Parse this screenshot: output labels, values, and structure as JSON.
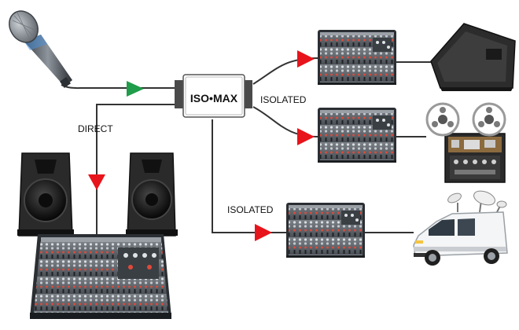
{
  "splitter": {
    "brand": "ISO•MAX"
  },
  "labels": {
    "direct": "DIRECT",
    "isolated_upper": "ISOLATED",
    "isolated_lower": "ISOLATED"
  },
  "colors": {
    "line": "#333333",
    "arrow_input": "#1f9d4a",
    "arrow_output": "#e8141b",
    "mixer_body": "#5f656b",
    "speaker_body": "#2a2a2a"
  },
  "devices": {
    "source": "microphone-icon",
    "main_mixer": "mixer-icon",
    "pa_speakers": "pa-speaker-icon",
    "monitor_mixer": "mixer-icon",
    "recording_mixer": "mixer-icon",
    "broadcast_mixer": "mixer-icon",
    "monitor": "stage-monitor-icon",
    "recorder": "reel-to-reel-recorder-icon",
    "broadcast": "broadcast-van-icon"
  }
}
